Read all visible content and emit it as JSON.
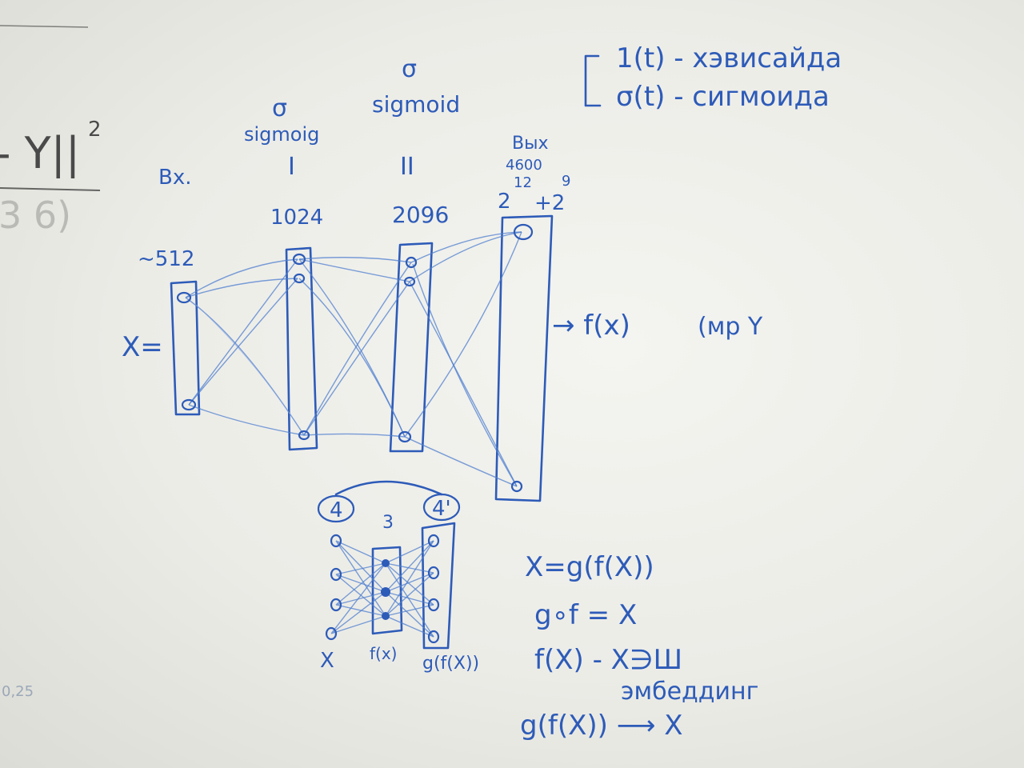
{
  "left_edge": {
    "norm_fragment": "- Y||",
    "superscript": "2",
    "number_fragment": "3 6)",
    "small_number": "0,25"
  },
  "network": {
    "input_label": "Вх.",
    "input_size": "~512",
    "x_eq": "X=",
    "layer1": {
      "sigma": "σ",
      "activation": "sigmoig",
      "roman": "I",
      "size": "1024"
    },
    "layer2": {
      "sigma": "σ",
      "activation": "sigmoid",
      "roman": "II",
      "size": "2096"
    },
    "output": {
      "label": "Вых",
      "size_a": "4600",
      "exp_a": "12",
      "exp_b": "9",
      "base_a": "2",
      "plus_b": "+2"
    },
    "arrow_text": "→ f(x)",
    "trailing_text": "(мр Ү"
  },
  "legend": {
    "line1": "1(t) - хэвисайда",
    "line2": "σ(t) - сигмоида"
  },
  "autoencoder": {
    "left_top": "4",
    "right_top": "4'",
    "middle_top": "3",
    "label_x": "X",
    "label_fx": "f(x)",
    "label_gfx": "g(f(X))"
  },
  "equations": {
    "eq1": "X=g(f(X))",
    "eq2": "g∘f = X",
    "eq3": "f(X) - X∋Ш",
    "eq4_note": "эмбеддинг",
    "eq4": "g(f(X)) ⟶ X"
  }
}
